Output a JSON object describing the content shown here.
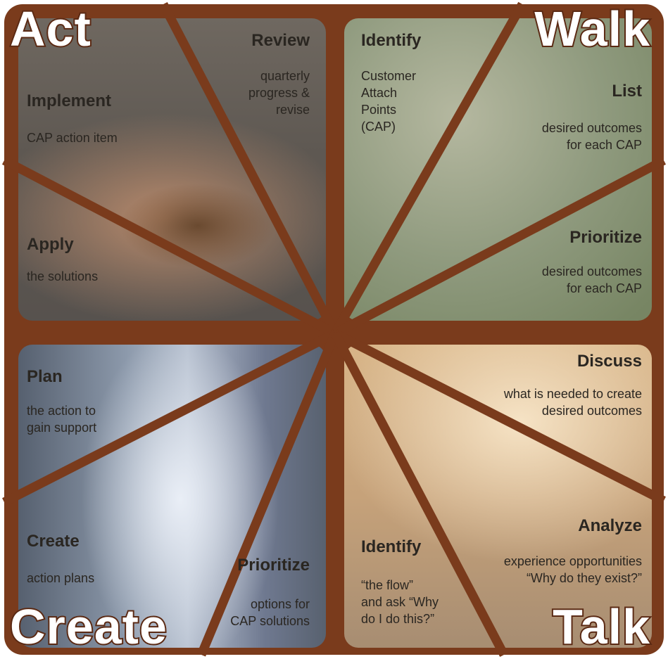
{
  "quadrants": {
    "act": {
      "title": "Act",
      "review": {
        "heading": "Review",
        "text_1": "quarterly",
        "text_2": "progress &",
        "text_3": "revise"
      },
      "implement": {
        "heading": "Implement",
        "text": "CAP action item"
      },
      "apply": {
        "heading": "Apply",
        "text": "the solutions"
      }
    },
    "walk": {
      "title": "Walk",
      "identify": {
        "heading": "Identify",
        "text_1": "Customer",
        "text_2": "Attach",
        "text_3": "Points",
        "text_4": "(CAP)"
      },
      "list": {
        "heading": "List",
        "text_1": "desired outcomes",
        "text_2": "for each CAP"
      },
      "prioritize": {
        "heading": "Prioritize",
        "text_1": "desired outcomes",
        "text_2": "for each CAP"
      }
    },
    "create": {
      "title": "Create",
      "plan": {
        "heading": "Plan",
        "text_1": "the action to",
        "text_2": "gain support"
      },
      "create_step": {
        "heading": "Create",
        "text": "action plans"
      },
      "prioritize": {
        "heading": "Prioritize",
        "text_1": "options for",
        "text_2": "CAP solutions"
      }
    },
    "talk": {
      "title": "Talk",
      "discuss": {
        "heading": "Discuss",
        "text_1": "what is needed to create",
        "text_2": "desired outcomes"
      },
      "analyze": {
        "heading": "Analyze",
        "text_1": "experience opportunities",
        "text_2": "“Why do they exist?”"
      },
      "identify": {
        "heading": "Identify",
        "text_1": "“the flow”",
        "text_2": "and ask “Why",
        "text_3": "do I do this?”"
      }
    }
  },
  "colors": {
    "frame": "#7a3b1c",
    "title_outline": "#5b2a14",
    "text": "#2a2621"
  }
}
